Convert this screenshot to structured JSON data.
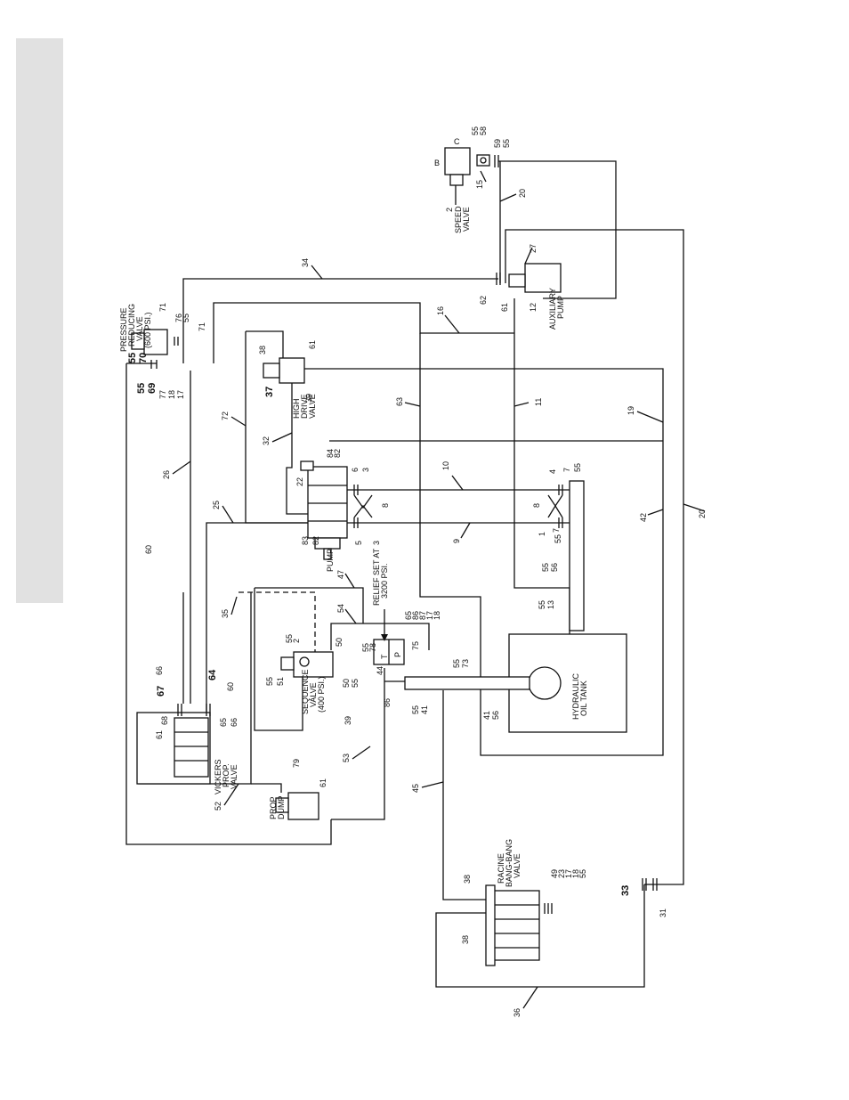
{
  "components": {
    "pressure_reducing_valve": [
      "PRESSURE",
      "REDUCING",
      "VALVE",
      "(600 PSI.)"
    ],
    "speed_valve": [
      "SPEED",
      "VALVE"
    ],
    "auxiliary_pump": [
      "AUXILIARY",
      "PUMP"
    ],
    "high_drive_valve": [
      "HIGH",
      "DRIVE",
      "VALVE"
    ],
    "pump": "PUMP",
    "relief_note": [
      "RELIEF SET AT",
      "3200 PSI."
    ],
    "hydraulic_oil_tank": [
      "HYDRAULIC",
      "OIL TANK"
    ],
    "sequence_valve": [
      "SEQUENCE",
      "VALVE",
      "(400 PSI.)"
    ],
    "vickers_prop_valve": [
      "VICKERS",
      "PROP.",
      "VALVE"
    ],
    "prop_dump": [
      "PROP",
      "DUMP"
    ],
    "racine_bang_bang_valve": [
      "RACINE",
      "BANG-BANG",
      "VALVE"
    ],
    "pump_ports": {
      "t": "T",
      "p": "P"
    }
  },
  "callouts": {
    "c_speed_b": "B",
    "c_speed_c": "C",
    "c_55a": "55",
    "c_58a": "58",
    "c_59": "59",
    "c_55b": "55",
    "c_15": "15",
    "c_20a": "20",
    "c_2": "2",
    "c_27": "27",
    "c_62": "62",
    "c_61a": "61",
    "c_12": "12",
    "c_34": "34",
    "c_55c": "55",
    "c_70": "70",
    "c_71a": "71",
    "c_76": "76",
    "c_55d": "55",
    "c_71b": "71",
    "c_55e": "55",
    "c_69": "69",
    "c_77": "77",
    "c_18a": "18",
    "c_17a": "17",
    "c_16": "16",
    "c_38a": "38",
    "c_61b": "61",
    "c_37": "37",
    "c_39a": "39",
    "c_63": "63",
    "c_11": "11",
    "c_19": "19",
    "c_72": "72",
    "c_26": "26",
    "c_32": "32",
    "c_84": "84",
    "c_82a": "82",
    "c_6": "6",
    "c_3a": "3",
    "c_10": "10",
    "c_4": "4",
    "c_7a": "7",
    "c_55f": "55",
    "c_22": "22",
    "c_8a": "8",
    "c_8b": "8",
    "c_83": "83",
    "c_82b": "82",
    "c_5": "5",
    "c_3b": "3",
    "c_9": "9",
    "c_1": "1",
    "c_55g": "55",
    "c_7b": "7",
    "c_25": "25",
    "c_42": "42",
    "c_20b": "20",
    "c_55h": "55",
    "c_56a": "56",
    "c_55i": "55",
    "c_13": "13",
    "c_60a": "60",
    "c_47": "47",
    "c_35": "35",
    "c_54": "54",
    "c_65a": "65",
    "c_86a": "86",
    "c_87": "87",
    "c_17b": "17",
    "c_18b": "18",
    "c_55j": "55",
    "c_78": "78",
    "c_75": "75",
    "c_55k": "55",
    "c_2b": "2",
    "c_55l": "55",
    "c_51": "51",
    "c_50a": "50",
    "c_50b": "50",
    "c_55m": "55",
    "c_44": "44",
    "c_86b": "86",
    "c_55n": "55",
    "c_73": "73",
    "c_66a": "66",
    "c_67": "67",
    "c_64": "64",
    "c_60b": "60",
    "c_68": "68",
    "c_61c": "61",
    "c_65b": "65",
    "c_66b": "66",
    "c_39b": "39",
    "c_55o": "55",
    "c_41a": "41",
    "c_41b": "41",
    "c_56b": "56",
    "c_53": "53",
    "c_52": "52",
    "c_79": "79",
    "c_61d": "61",
    "c_45": "45",
    "c_38b": "38",
    "c_38c": "38",
    "c_49": "49",
    "c_23": "23",
    "c_17c": "17",
    "c_18c": "18",
    "c_55p": "55",
    "c_33": "33",
    "c_31": "31",
    "c_36": "36"
  }
}
